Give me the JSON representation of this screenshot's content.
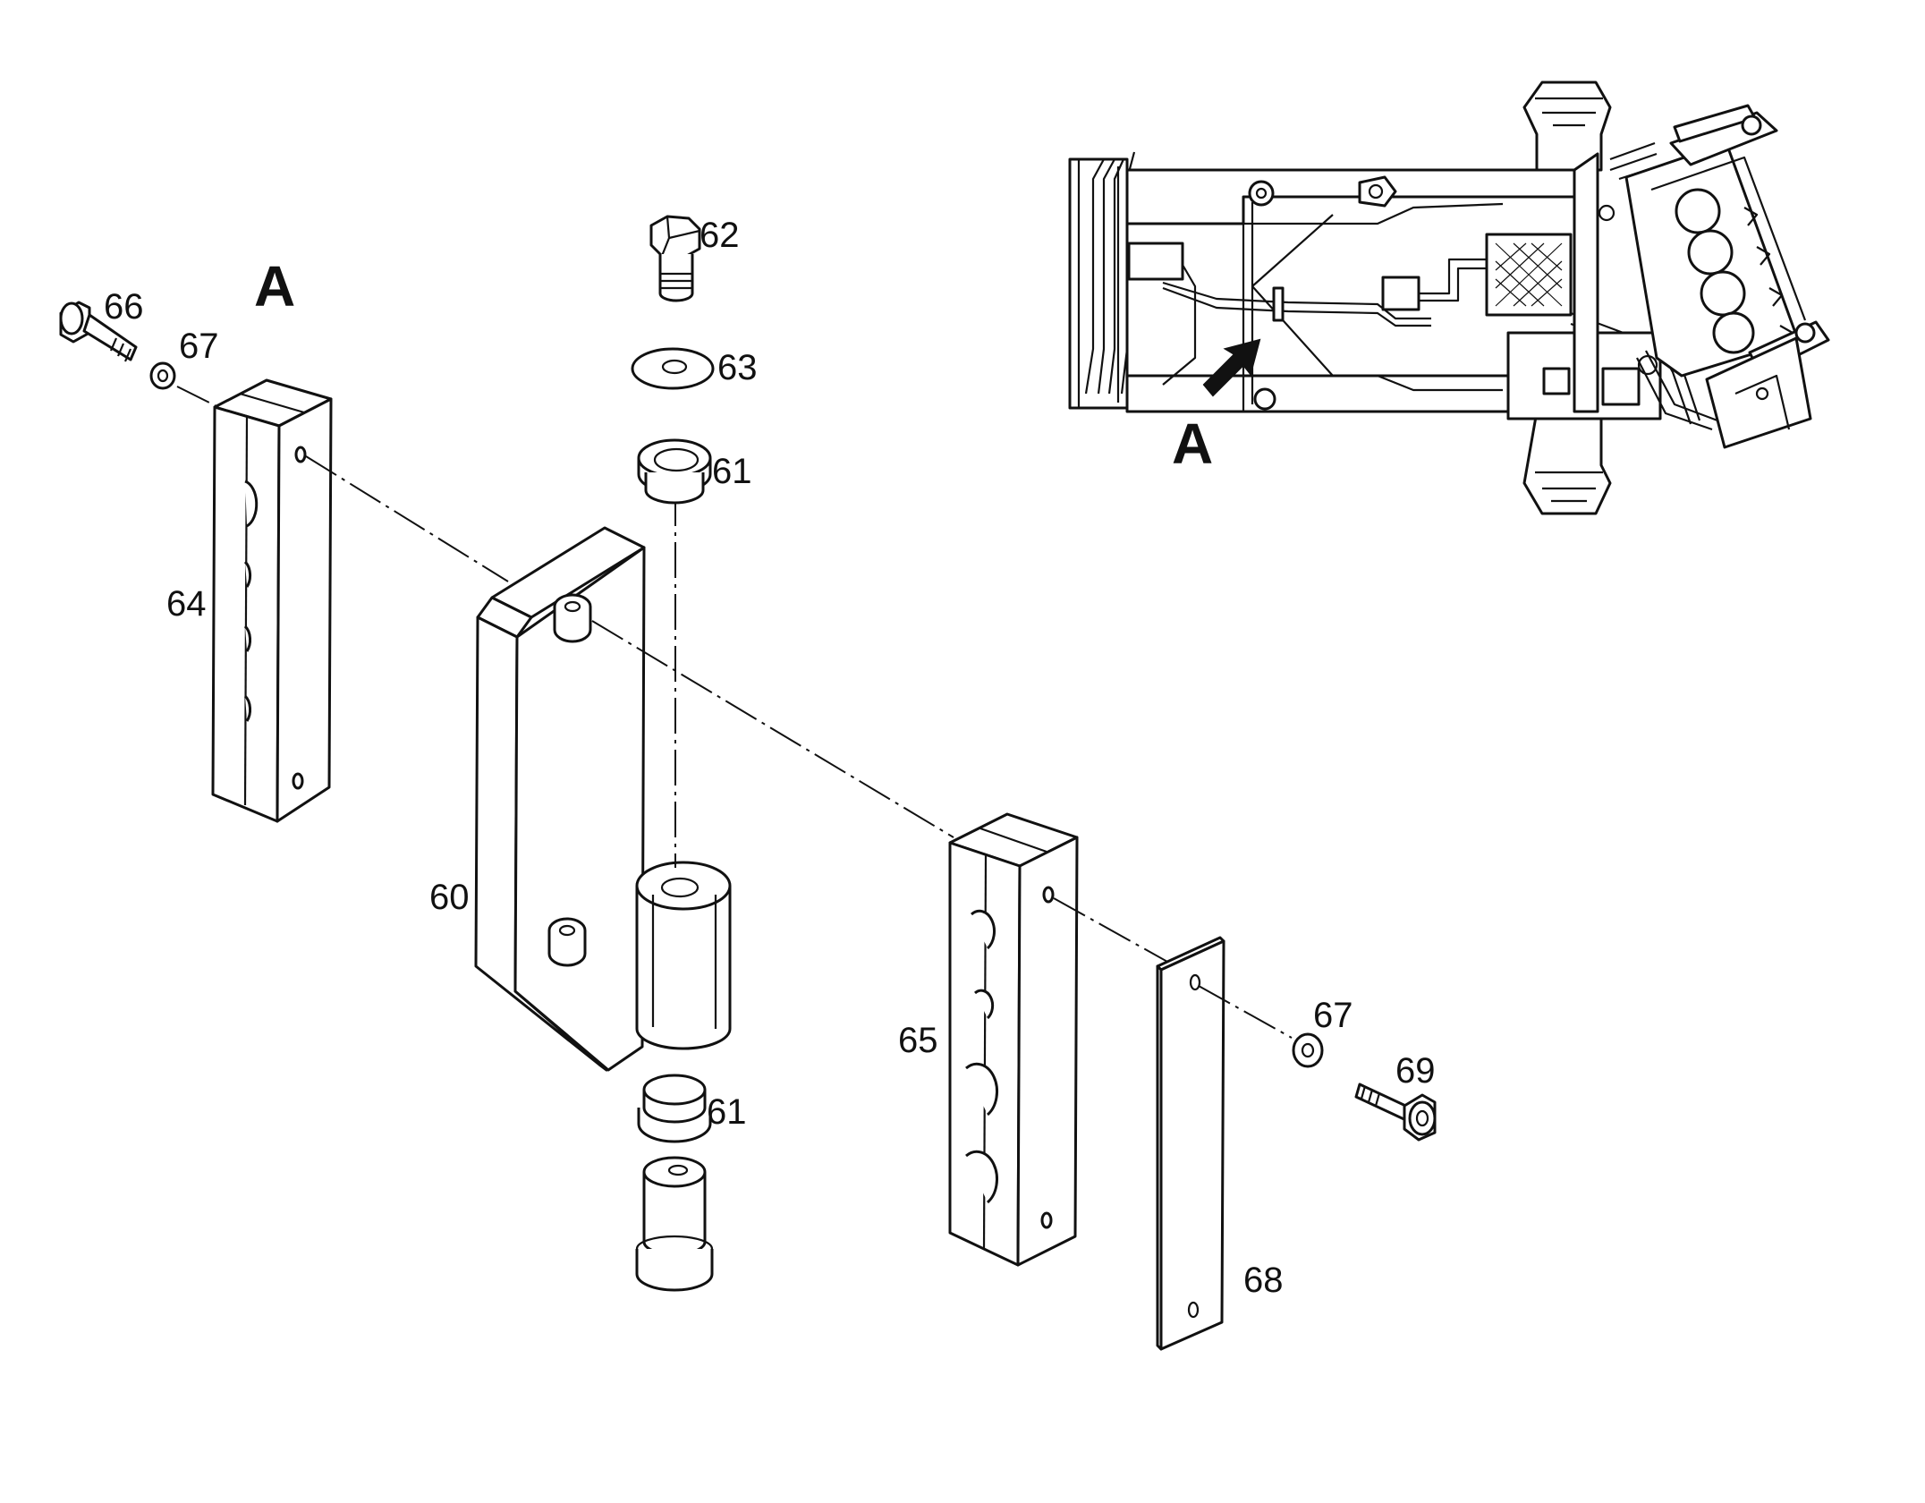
{
  "view": {
    "detail_label": "A",
    "inset_label": "A"
  },
  "callouts": [
    "60",
    "61",
    "62",
    "63",
    "61",
    "64",
    "65",
    "66",
    "67",
    "67",
    "68",
    "69"
  ]
}
